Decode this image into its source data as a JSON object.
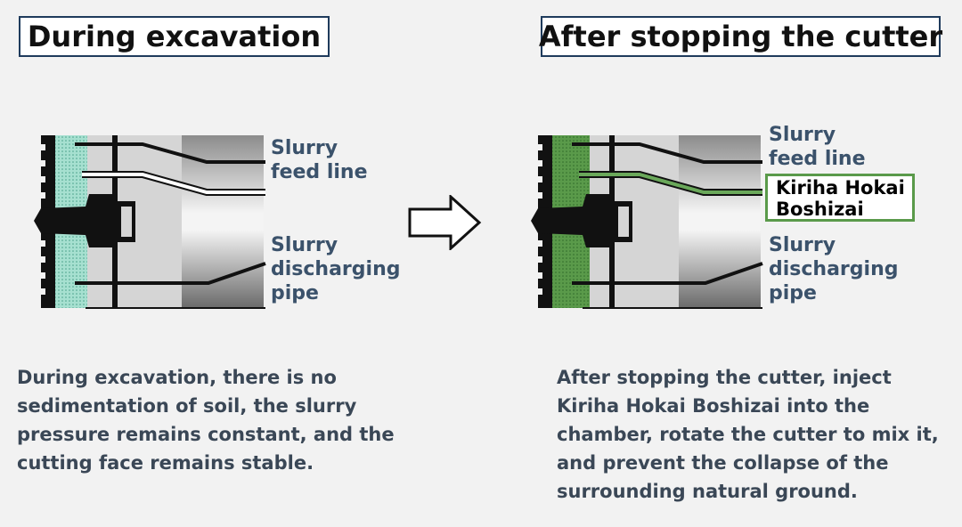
{
  "left": {
    "title": "During excavation",
    "feed_label": [
      "Slurry",
      "feed line"
    ],
    "discharge_label": [
      "Slurry",
      "discharging",
      "pipe"
    ],
    "description": [
      "During excavation, there is no",
      "sedimentation of soil, the slurry",
      "pressure remains constant, and the",
      "cutting face remains stable."
    ],
    "chamber_color": "#9fdccb"
  },
  "right": {
    "title": "After stopping the cutter",
    "feed_label": [
      "Slurry",
      "feed line"
    ],
    "injected_label": [
      "Kiriha Hokai",
      "Boshizai"
    ],
    "discharge_label": [
      "Slurry",
      "discharging",
      "pipe"
    ],
    "description": [
      "After stopping the cutter, inject",
      "Kiriha Hokai Boshizai into the",
      "chamber, rotate the cutter to mix it,",
      "and prevent the collapse of the",
      "surrounding natural ground."
    ],
    "chamber_color": "#5a9a4a",
    "injected_line_color": "#6aa85a"
  },
  "colors": {
    "label_text": "#3b526b",
    "title_border": "#1f3b5c",
    "background": "#f2f2f2"
  }
}
